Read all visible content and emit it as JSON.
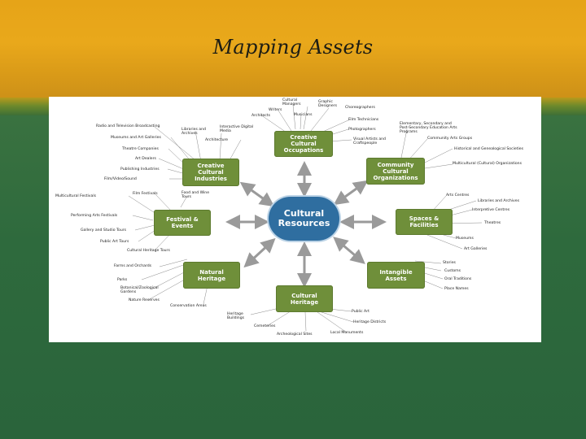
{
  "slide": {
    "title": "Mapping Assets"
  },
  "diagram": {
    "center": "Cultural\nResources",
    "nodes": {
      "creative_occupations": "Creative\nCultural\nOccupations",
      "community_cultural_organizations": "Community\nCultural\nOrganizations",
      "spaces_facilities": "Spaces &\nFacilities",
      "intangible_assets": "Intangible\nAssets",
      "cultural_heritage": "Cultural\nHeritage",
      "natural_heritage": "Natural\nHeritage",
      "festival_events": "Festival &\nEvents",
      "creative_cultural_industries": "Creative\nCultural\nIndustries"
    },
    "labels": {
      "cultural_managers": "Cultural\nManagers",
      "graphic_designers": "Graphic\nDesigners",
      "choreographers": "Choreographers",
      "writers": "Writers",
      "architects": "Architects",
      "musicians": "Musicians",
      "film_technicians": "Film Technicians",
      "photographers": "Photographers",
      "visual_artists": "Visual Artists and\nCraftspeople",
      "education_arts": "Elementary, Secondary and\nPost-Secondary Education Arts\nPrograms",
      "community_arts_groups": "Community Arts Groups",
      "historical_societies": "Historical and Genealogical Societies",
      "multicultural_orgs": "Multicultural (Cultural) Organizations",
      "radio_tv": "Radio and Television Broadcasting",
      "libraries_archives_ind": "Libraries and\nArchives",
      "interactive_digital": "Interactive Digital\nMedia",
      "museums_galleries": "Museums and Art Galleries",
      "architecture": "Architecture",
      "theatre_companies": "Theatre Companies",
      "art_dealers": "Art Dealers",
      "publishing": "Publishing Industries",
      "film_video_sound": "Film/Video/Sound",
      "film_festivals": "Film Festivals",
      "food_wine_tours": "Food and Wine\nTours",
      "multicultural_festivals": "Multicultural Festivals",
      "performing_arts_festivals": "Performing Arts Festivals",
      "gallery_studio_tours": "Gallery and Studio Tours",
      "public_art_tours": "Public Art Tours",
      "cultural_heritage_tours": "Cultural Heritage Tours",
      "arts_centres": "Arts Centres",
      "libraries_archives": "Libraries and Archives",
      "interpretive_centres": "Interpretive Centres",
      "theatres": "Theatres",
      "museums": "Museums",
      "art_galleries": "Art Galleries",
      "stories": "Stories",
      "customs": "Customs",
      "oral_traditions": "Oral Traditions",
      "place_names": "Place Names",
      "farms_orchards": "Farms and Orchards",
      "parks": "Parks",
      "botanical_gardens": "Botanical/Zoological\nGardens",
      "nature_reserves": "Nature Reserves",
      "conservation_areas": "Conservation Areas",
      "heritage_buildings": "Heritage\nBuildings",
      "cemeteries": "Cemeteries",
      "archeological_sites": "Archeological Sites",
      "public_art": "Public Art",
      "heritage_districts": "Heritage Districts",
      "local_monuments": "Local Monuments"
    }
  },
  "colors": {
    "node_green": "#6f8f3a",
    "center_blue": "#2f6ea0",
    "arrow_gray": "#9a9a9a"
  }
}
